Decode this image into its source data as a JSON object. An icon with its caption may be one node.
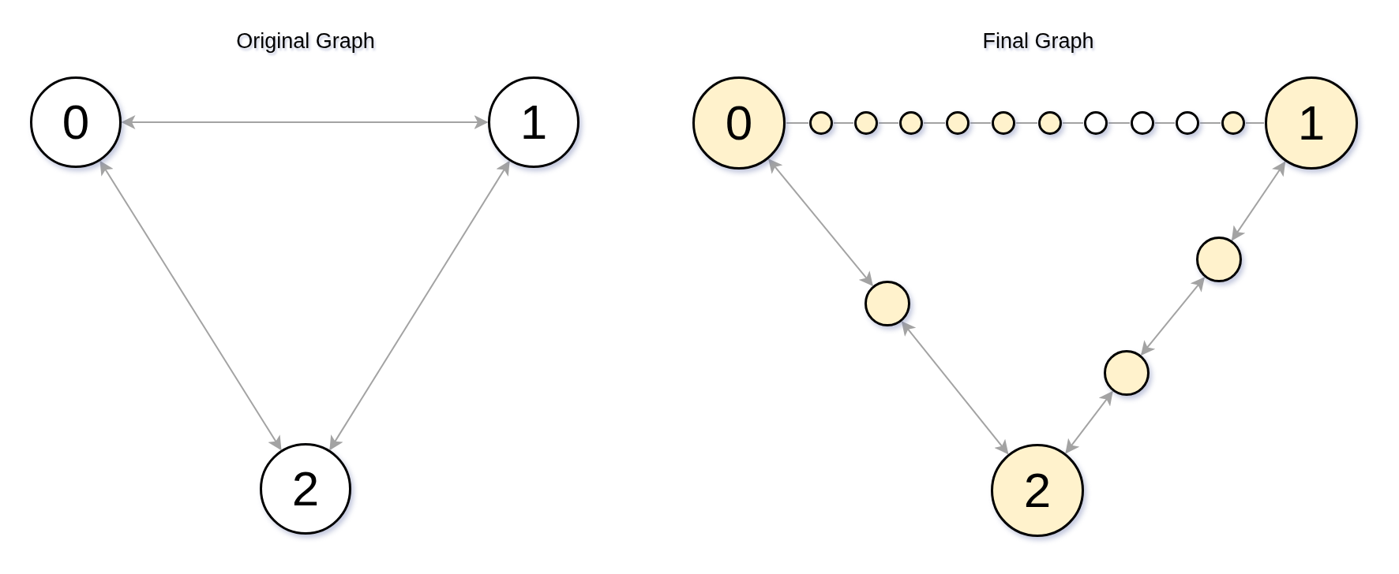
{
  "diagram": {
    "nodes": [
      {
        "text": [
          "0"
        ]
      },
      {
        "text": [
          "1"
        ]
      },
      {
        "text": [
          "2"
        ]
      },
      {
        "text": [
          "0"
        ]
      },
      {
        "text": [],
        "shape": "circle"
      },
      {
        "text": [],
        "shape": "circle"
      },
      {
        "text": [],
        "shape": "circle"
      },
      {
        "text": [],
        "shape": "circle"
      },
      {
        "text": [],
        "shape": "circle"
      },
      {
        "text": [],
        "shape": "circle"
      },
      {
        "text": [],
        "shape": "circle"
      },
      {
        "text": [],
        "shape": "circle"
      },
      {
        "text": [],
        "shape": "circle"
      },
      {
        "text": [],
        "shape": "circle"
      },
      {
        "text": [
          "1"
        ]
      },
      {
        "text": [],
        "shape": "circle"
      },
      {
        "text": [],
        "shape": "circle"
      },
      {
        "text": [],
        "shape": "circle"
      },
      {
        "text": [
          "2"
        ]
      }
    ],
    "edges": [
      {
        "from": 0,
        "to": 1,
        "arrow": "both"
      },
      {
        "from": 0,
        "to": 2,
        "arrow": "both"
      },
      {
        "from": 1,
        "to": 2,
        "arrow": "both"
      },
      {
        "from": 3,
        "to": 4,
        "arrow": "none"
      },
      {
        "from": 4,
        "to": 5,
        "arrow": "none"
      },
      {
        "from": 5,
        "to": 6,
        "arrow": "none"
      },
      {
        "from": 6,
        "to": 7,
        "arrow": "none"
      },
      {
        "from": 7,
        "to": 8,
        "arrow": "none"
      },
      {
        "from": 8,
        "to": 9,
        "arrow": "none"
      },
      {
        "from": 9,
        "to": 10,
        "arrow": "none"
      },
      {
        "from": 10,
        "to": 11,
        "arrow": "none"
      },
      {
        "from": 11,
        "to": 12,
        "arrow": "none"
      },
      {
        "from": 12,
        "to": 13,
        "arrow": "none"
      },
      {
        "from": 13,
        "to": 14,
        "arrow": "none"
      },
      {
        "from": 3,
        "to": 15,
        "arrow": "both"
      },
      {
        "from": 15,
        "to": 18,
        "arrow": "both"
      },
      {
        "from": 18,
        "to": 17,
        "arrow": "both"
      },
      {
        "from": 17,
        "to": 16,
        "arrow": "both"
      },
      {
        "from": 16,
        "to": 14,
        "arrow": "both"
      }
    ],
    "labels": [
      "Original Graph",
      "Final Graph"
    ]
  }
}
